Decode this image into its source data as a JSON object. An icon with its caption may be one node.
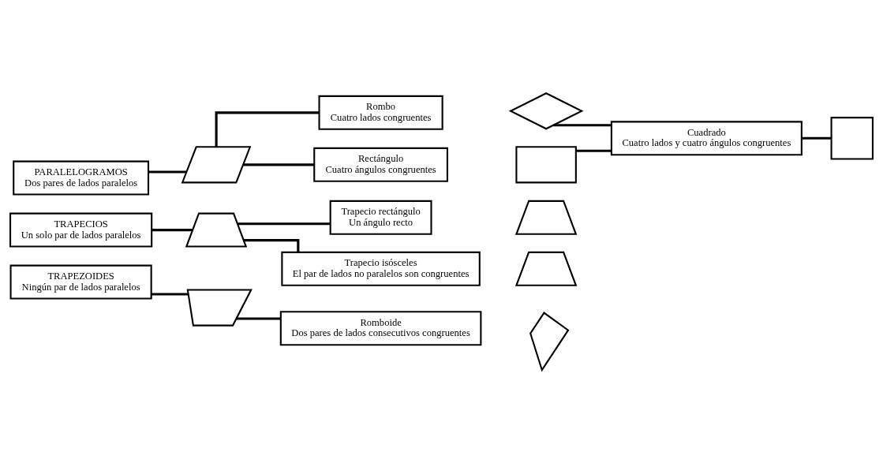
{
  "diagram": {
    "nodes": [
      {
        "text": [
          "PARALELOGRAMOS",
          "Dos pares de lados paralelos"
        ]
      },
      {
        "text": [],
        "shape": "parallelogram"
      },
      {
        "text": [
          "Rombo",
          "Cuatro lados congruentes"
        ]
      },
      {
        "text": [],
        "shape": "diamond"
      },
      {
        "text": [
          "Rectángulo",
          "Cuatro ángulos congruentes"
        ]
      },
      {
        "text": [],
        "shape": "box"
      },
      {
        "text": [
          "Cuadrado",
          "Cuatro lados y cuatro ángulos congruentes"
        ]
      },
      {
        "text": [],
        "shape": "square"
      },
      {
        "text": [
          "TRAPECIOS",
          "Un solo par de lados paralelos"
        ]
      },
      {
        "text": [],
        "shape": "trapezoid"
      },
      {
        "text": [
          "Trapecio rectángulo",
          "Un ángulo recto"
        ]
      },
      {
        "text": [],
        "shape": "trapezoid"
      },
      {
        "text": [
          "Trapecio isósceles",
          "El par de lados no paralelos son congruentes"
        ]
      },
      {
        "text": [],
        "shape": "trapezoid"
      },
      {
        "text": [],
        "shape": "quadrilateral"
      },
      {
        "text": [
          "TRAPEZOIDES",
          "Ningún par de lados paralelos"
        ]
      },
      {
        "text": [
          "Romboide",
          "Dos pares de lados consecutivos congruentes"
        ]
      },
      {
        "text": [],
        "shape": "kite"
      }
    ],
    "edges": [
      {
        "from": 0,
        "to": 1,
        "arrow": "none"
      },
      {
        "from": 1,
        "to": 2,
        "arrow": "none"
      },
      {
        "from": 1,
        "to": 4,
        "arrow": "none"
      },
      {
        "from": 3,
        "to": 6,
        "arrow": "none"
      },
      {
        "from": 5,
        "to": 6,
        "arrow": "none"
      },
      {
        "from": 6,
        "to": 7,
        "arrow": "none"
      },
      {
        "from": 8,
        "to": 9,
        "arrow": "none"
      },
      {
        "from": 9,
        "to": 10,
        "arrow": "none"
      },
      {
        "from": 9,
        "to": 12,
        "arrow": "none"
      },
      {
        "from": 15,
        "to": 14,
        "arrow": "none"
      },
      {
        "from": 14,
        "to": 16,
        "arrow": "none"
      }
    ]
  }
}
